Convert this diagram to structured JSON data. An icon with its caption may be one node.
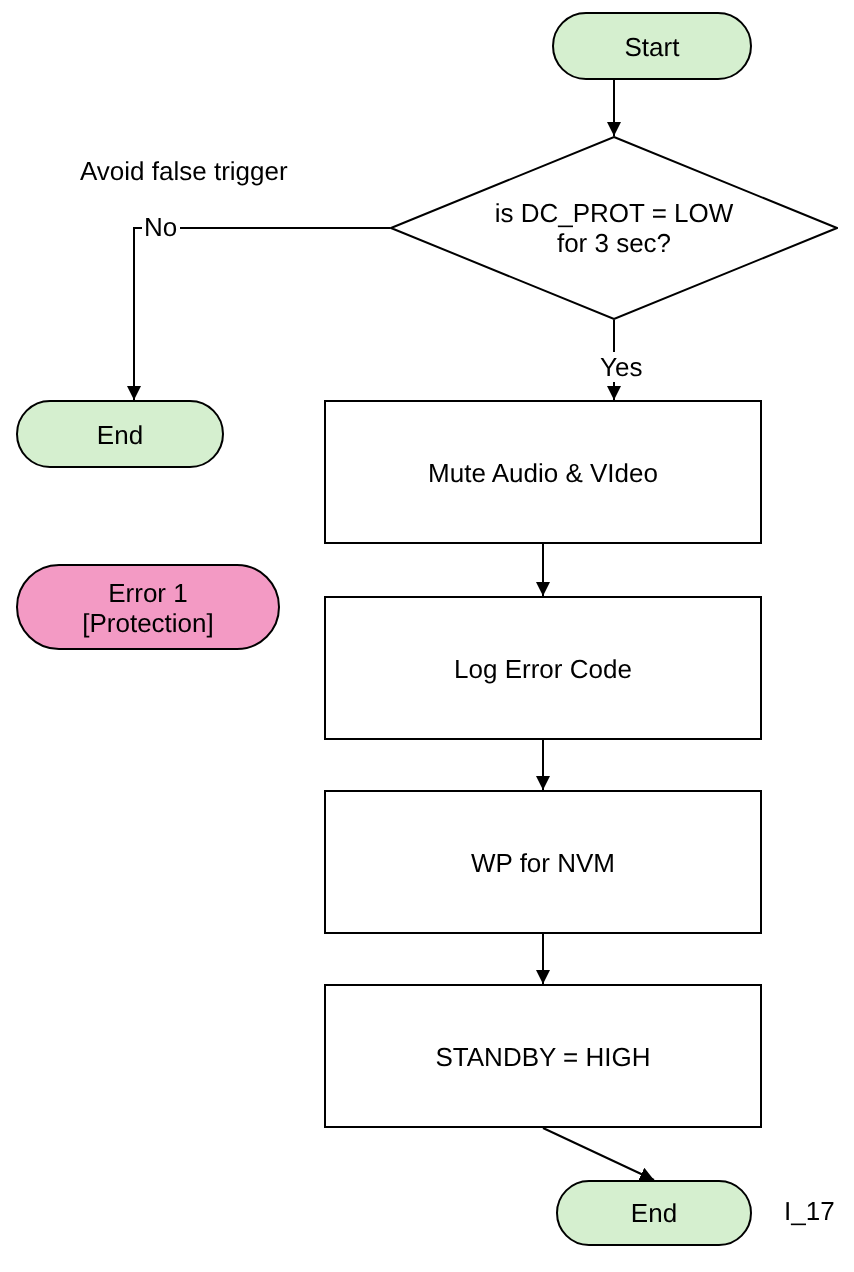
{
  "diagram": {
    "nodes": [
      {
        "text": [
          "Start"
        ]
      },
      {
        "text": [
          "is DC_PROT = LOW for 3 sec?"
        ]
      },
      {
        "text": [
          "End"
        ]
      },
      {
        "text": [
          "Mute Audio & VIdeo"
        ]
      },
      {
        "text": [
          "Error 1 [Protection]"
        ]
      },
      {
        "text": [
          "Log Error Code"
        ]
      },
      {
        "text": [
          "WP for NVM"
        ]
      },
      {
        "text": [
          "STANDBY =  HIGH"
        ]
      },
      {
        "text": [
          "End"
        ]
      }
    ],
    "edges": [
      {
        "from": 0,
        "to": 1,
        "arrow": "to"
      },
      {
        "from": 1,
        "to": 2,
        "arrow": "to",
        "label": "No"
      },
      {
        "from": 1,
        "to": 3,
        "arrow": "to",
        "label": "Yes"
      },
      {
        "from": 3,
        "to": 5,
        "arrow": "to"
      },
      {
        "from": 5,
        "to": 6,
        "arrow": "to"
      },
      {
        "from": 6,
        "to": 7,
        "arrow": "to"
      },
      {
        "from": 7,
        "to": 8,
        "arrow": "to"
      }
    ],
    "labels": [
      "Avoid false trigger",
      "I_17"
    ]
  }
}
